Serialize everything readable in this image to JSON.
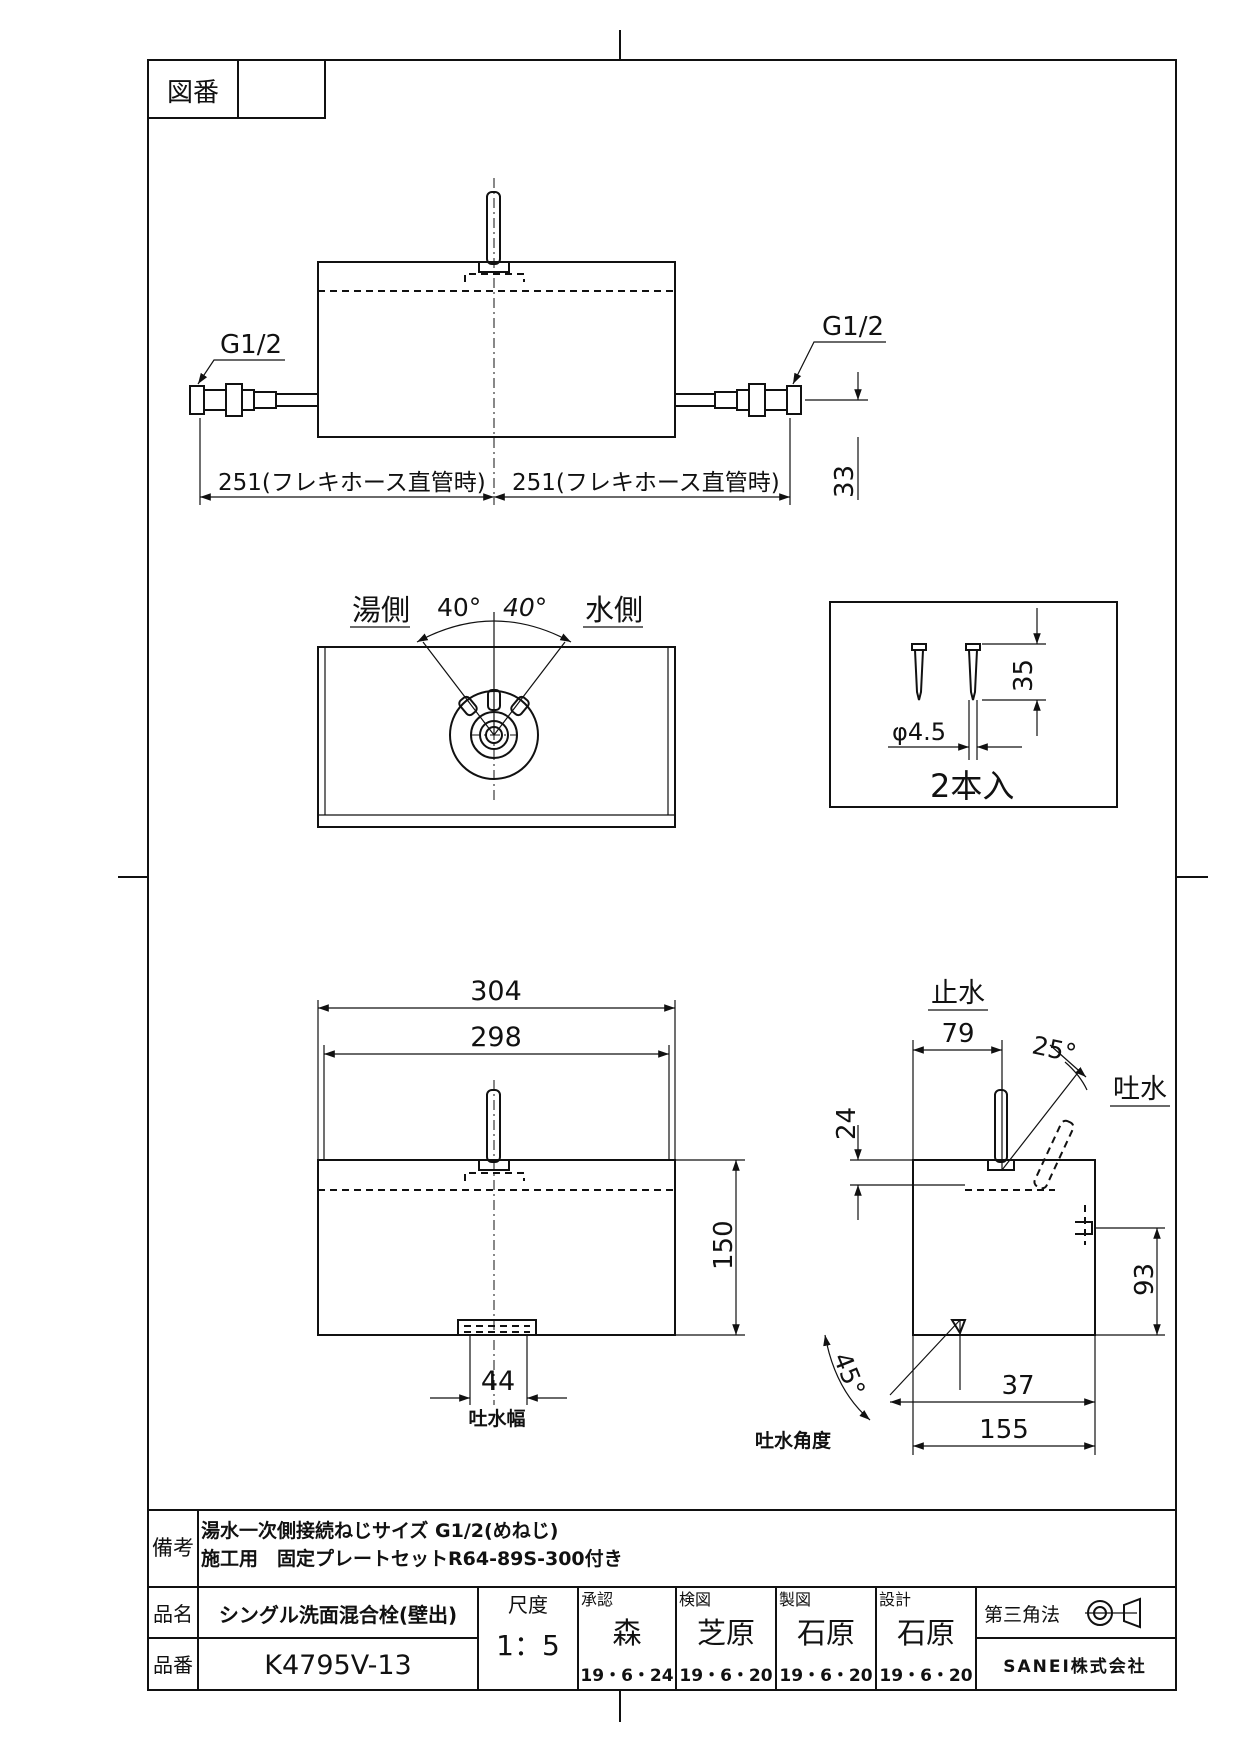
{
  "drawing_no": {
    "label": "図番",
    "value": ""
  },
  "front_view": {
    "thread_left": "G1/2",
    "thread_right": "G1/2",
    "dim_left": "251(フレキホース直管時)",
    "dim_right": "251(フレキホース直管時)",
    "dim_height": "33"
  },
  "top_view": {
    "hot_side": "湯側",
    "cold_side": "水側",
    "angle_left": "40°",
    "angle_right": "40°"
  },
  "screw_box": {
    "dim_length": "35",
    "diameter": "φ4.5",
    "quantity": "2本入"
  },
  "side_view": {
    "dim_304": "304",
    "dim_298": "298",
    "dim_150": "150",
    "dim_44": "44",
    "spout_width": "吐水幅"
  },
  "end_view": {
    "stop_water": "止水",
    "dim_79": "79",
    "angle_25": "25°",
    "discharge": "吐水",
    "dim_24": "24",
    "dim_93": "93",
    "angle_45": "45°",
    "dim_37": "37",
    "dim_155": "155",
    "spout_angle": "吐水角度"
  },
  "notes": {
    "label": "備考",
    "line1": "湯水一次側接続ねじサイズ G1/2(めねじ)",
    "line2": "施工用　固定プレートセットR64-89S-300付き"
  },
  "title_block": {
    "product_name_label": "品名",
    "product_name": "シングル洗面混合栓(壁出)",
    "product_no_label": "品番",
    "product_no": "K4795V-13",
    "scale_label": "尺度",
    "scale": "1：5",
    "approved_label": "承認",
    "approved_by": "森",
    "approved_date": "19・6・24",
    "checked_label": "検図",
    "checked_by": "芝原",
    "checked_date": "19・6・20",
    "drawn_label": "製図",
    "drawn_by": "石原",
    "drawn_date": "19・6・20",
    "designed_label": "設計",
    "designed_by": "石原",
    "designed_date": "19・6・20",
    "projection": "第三角法",
    "company": "SANEI株式会社"
  }
}
